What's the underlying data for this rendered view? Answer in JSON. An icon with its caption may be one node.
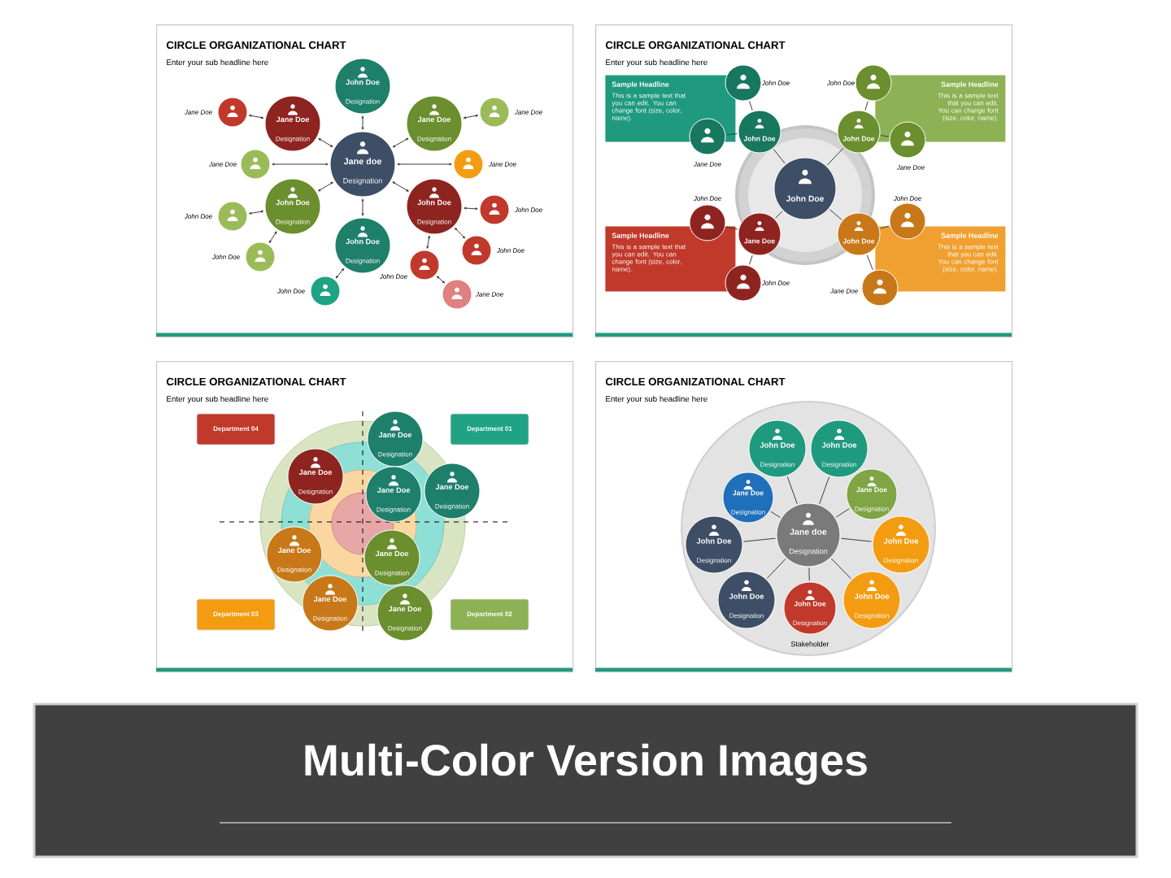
{
  "diagram": {
    "title": "Multi-Color Version Images",
    "nodes": [
      {
        "text": [
          "CIRCLE ORGANIZATIONAL CHART",
          "Enter your sub headline here"
        ]
      },
      {
        "text": [
          "John Doe",
          "Designation"
        ],
        "in": 0
      },
      {
        "text": [
          "Jane Doe",
          "Designation"
        ],
        "in": 0
      },
      {
        "text": [
          "Jane Doe",
          "Designation"
        ],
        "in": 0
      },
      {
        "text": [
          "Jane doe",
          "Designation"
        ],
        "in": 0
      },
      {
        "text": [
          "John Doe",
          "Designation"
        ],
        "in": 0
      },
      {
        "text": [
          "John Doe",
          "Designation"
        ],
        "in": 0
      },
      {
        "text": [
          "John Doe",
          "Designation"
        ],
        "in": 0
      },
      {
        "text": [],
        "shape": "circle",
        "beside": [
          "Jane Doe"
        ],
        "in": 0
      },
      {
        "text": [],
        "shape": "circle",
        "beside": [
          "Jane Doe"
        ],
        "in": 0
      },
      {
        "text": [],
        "shape": "circle",
        "beside": [
          "Jane Doe"
        ],
        "in": 0
      },
      {
        "text": [],
        "shape": "circle",
        "beside": [
          "Jane Doe"
        ],
        "in": 0
      },
      {
        "text": [],
        "shape": "circle",
        "beside": [
          "John Doe"
        ],
        "in": 0
      },
      {
        "text": [],
        "shape": "circle",
        "beside": [
          "John Doe"
        ],
        "in": 0
      },
      {
        "text": [],
        "shape": "circle",
        "beside": [
          "John Doe"
        ],
        "in": 0
      },
      {
        "text": [],
        "shape": "circle",
        "beside": [
          "John Doe"
        ],
        "in": 0
      },
      {
        "text": [],
        "shape": "circle",
        "beside": [
          "John Doe"
        ],
        "in": 0
      },
      {
        "text": [],
        "shape": "circle",
        "beside": [
          "John Doe"
        ],
        "in": 0
      },
      {
        "text": [],
        "shape": "circle",
        "beside": [
          "Jane Doe"
        ],
        "in": 0
      },
      {
        "text": [
          "CIRCLE ORGANIZATIONAL CHART",
          "Enter your sub headline here"
        ]
      },
      {
        "text": [
          "Sample Headline",
          "This is a sample text that you can edit. You can change font (size, color, name)."
        ],
        "in": 19
      },
      {
        "text": [
          "Sample Headline",
          "This is a sample text that you can edit. You can change font (size, color, name)."
        ],
        "in": 19
      },
      {
        "text": [
          "Sample Headline",
          "This is a sample text that you can edit. You can change font (size, color, name)."
        ],
        "in": 19
      },
      {
        "text": [
          "Sample Headline",
          "This is a sample text that you can edit. You can change font (size, color, name)."
        ],
        "in": 19
      },
      {
        "text": [
          "John Doe"
        ],
        "in": 19
      },
      {
        "text": [
          "John Doe"
        ],
        "in": 19
      },
      {
        "text": [
          "John Doe"
        ],
        "in": 19
      },
      {
        "text": [
          "Jane Doe"
        ],
        "in": 19
      },
      {
        "text": [
          "John Doe"
        ],
        "in": 19
      },
      {
        "text": [],
        "shape": "circle",
        "beside": [
          "John Doe"
        ],
        "in": 19
      },
      {
        "text": [],
        "shape": "circle",
        "beside": [
          "John Doe"
        ],
        "in": 19
      },
      {
        "text": [],
        "shape": "circle",
        "beside": [
          "Jane Doe"
        ],
        "in": 19
      },
      {
        "text": [],
        "shape": "circle",
        "beside": [
          "Jane Doe"
        ],
        "in": 19
      },
      {
        "text": [],
        "shape": "circle",
        "beside": [
          "John Doe"
        ],
        "in": 19
      },
      {
        "text": [],
        "shape": "circle",
        "beside": [
          "John Doe"
        ],
        "in": 19
      },
      {
        "text": [],
        "shape": "circle",
        "beside": [
          "John Doe"
        ],
        "in": 19
      },
      {
        "text": [],
        "shape": "circle",
        "beside": [
          "Jane Doe"
        ],
        "in": 19
      },
      {
        "text": [
          "CIRCLE ORGANIZATIONAL CHART",
          "Enter your sub headline here"
        ]
      },
      {
        "text": [
          "Department 04"
        ],
        "in": 37
      },
      {
        "text": [
          "Department 01"
        ],
        "in": 37
      },
      {
        "text": [
          "Jane Doe",
          "Designation"
        ],
        "in": 37
      },
      {
        "text": [
          "Jane Doe",
          "Designation"
        ],
        "in": 37
      },
      {
        "text": [
          "Jane Doe",
          "Designation"
        ],
        "in": 37
      },
      {
        "text": [
          "Jane Doe",
          "Designation"
        ],
        "in": 37
      },
      {
        "text": [
          "Jane Doe",
          "Designation"
        ],
        "in": 37
      },
      {
        "text": [
          "Jane Doe",
          "Designation"
        ],
        "in": 37
      },
      {
        "text": [
          "Jane Doe",
          "Designation"
        ],
        "in": 37
      },
      {
        "text": [
          "Department 03"
        ],
        "in": 37
      },
      {
        "text": [
          "Department 02"
        ],
        "in": 37
      },
      {
        "text": [
          "Jane Doe",
          "Designation"
        ],
        "in": 37
      },
      {
        "text": [
          "CIRCLE ORGANIZATIONAL CHART",
          "Enter your sub headline here"
        ]
      },
      {
        "text": [
          "Stakeholder"
        ],
        "in": 50
      },
      {
        "text": [
          "John Doe",
          "Designation"
        ],
        "in": 51
      },
      {
        "text": [
          "John Doe",
          "Designation"
        ],
        "in": 51
      },
      {
        "text": [
          "Jane Doe",
          "Designation"
        ],
        "in": 51
      },
      {
        "text": [
          "Jane Doe",
          "Designation"
        ],
        "in": 51
      },
      {
        "text": [
          "Jane doe",
          "Designation"
        ],
        "in": 51
      },
      {
        "text": [
          "John Doe",
          "Designation"
        ],
        "in": 51
      },
      {
        "text": [
          "John Doe",
          "Designation"
        ],
        "in": 51
      },
      {
        "text": [
          "John Doe",
          "Designation"
        ],
        "in": 51
      },
      {
        "text": [
          "John Doe",
          "Designation"
        ],
        "in": 51
      },
      {
        "text": [
          "John Doe",
          "Designation"
        ],
        "in": 51
      }
    ],
    "edges": [
      {
        "from": 4,
        "to": 1,
        "arrow": "both"
      },
      {
        "from": 4,
        "to": 2,
        "arrow": "both"
      },
      {
        "from": 4,
        "to": 3,
        "arrow": "both"
      },
      {
        "from": 4,
        "to": 10,
        "arrow": "both"
      },
      {
        "from": 4,
        "to": 11,
        "arrow": "both"
      },
      {
        "from": 4,
        "to": 5,
        "arrow": "both"
      },
      {
        "from": 4,
        "to": 6,
        "arrow": "both"
      },
      {
        "from": 4,
        "to": 7,
        "arrow": "both"
      },
      {
        "from": 2,
        "to": 8,
        "arrow": "both"
      },
      {
        "from": 3,
        "to": 9,
        "arrow": "both"
      },
      {
        "from": 5,
        "to": 13,
        "arrow": "both"
      },
      {
        "from": 5,
        "to": 15,
        "arrow": "both"
      },
      {
        "from": 7,
        "to": 17,
        "arrow": "both"
      },
      {
        "from": 6,
        "to": 12,
        "arrow": "both"
      },
      {
        "from": 6,
        "to": 14,
        "arrow": "both"
      },
      {
        "from": 6,
        "to": 16,
        "arrow": "both"
      },
      {
        "from": 16,
        "to": 18,
        "arrow": "both"
      },
      {
        "from": 24,
        "to": 25,
        "arrow": "none"
      },
      {
        "from": 24,
        "to": 26,
        "arrow": "none"
      },
      {
        "from": 24,
        "to": 27,
        "arrow": "none"
      },
      {
        "from": 24,
        "to": 28,
        "arrow": "none"
      },
      {
        "from": 25,
        "to": 29,
        "arrow": "none"
      },
      {
        "from": 25,
        "to": 31,
        "arrow": "none"
      },
      {
        "from": 26,
        "to": 30,
        "arrow": "none"
      },
      {
        "from": 26,
        "to": 32,
        "arrow": "none"
      },
      {
        "from": 27,
        "to": 33,
        "arrow": "none"
      },
      {
        "from": 27,
        "to": 35,
        "arrow": "none"
      },
      {
        "from": 28,
        "to": 34,
        "arrow": "none"
      },
      {
        "from": 28,
        "to": 36,
        "arrow": "none"
      },
      {
        "from": 56,
        "to": 52,
        "arrow": "none"
      },
      {
        "from": 56,
        "to": 53,
        "arrow": "none"
      },
      {
        "from": 56,
        "to": 54,
        "arrow": "none"
      },
      {
        "from": 56,
        "to": 55,
        "arrow": "none"
      },
      {
        "from": 56,
        "to": 57,
        "arrow": "none"
      },
      {
        "from": 56,
        "to": 58,
        "arrow": "none"
      },
      {
        "from": 56,
        "to": 59,
        "arrow": "none"
      },
      {
        "from": 56,
        "to": 60,
        "arrow": "none"
      },
      {
        "from": 56,
        "to": 61,
        "arrow": "none"
      }
    ]
  }
}
